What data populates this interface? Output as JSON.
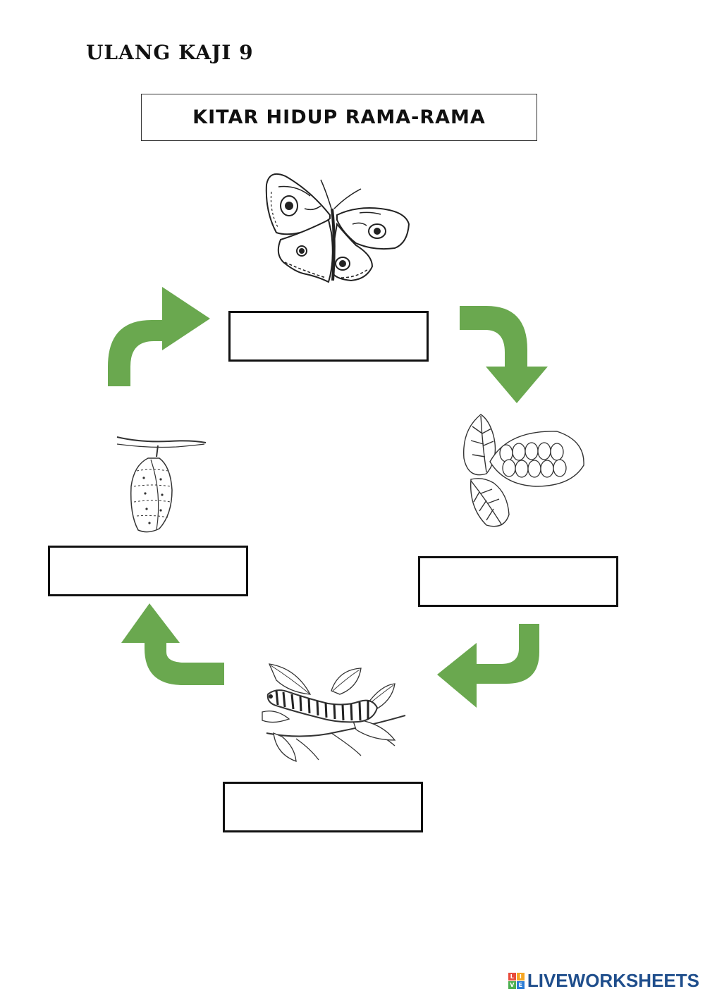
{
  "heading": "ULANG KAJI 9",
  "title": "KITAR HIDUP RAMA-RAMA",
  "stages": [
    {
      "id": "butterfly",
      "answer": ""
    },
    {
      "id": "eggs",
      "answer": ""
    },
    {
      "id": "caterpillar",
      "answer": ""
    },
    {
      "id": "pupa",
      "answer": ""
    }
  ],
  "colors": {
    "arrow": "#6aa84f",
    "line": "#222222"
  },
  "footer": {
    "brand": "LIVEWORKSHEETS",
    "logo_letters": [
      "L",
      "I",
      "V",
      "E"
    ],
    "logo_colors": [
      "#e84c3d",
      "#f5a623",
      "#4caf50",
      "#2a7bd4"
    ]
  }
}
